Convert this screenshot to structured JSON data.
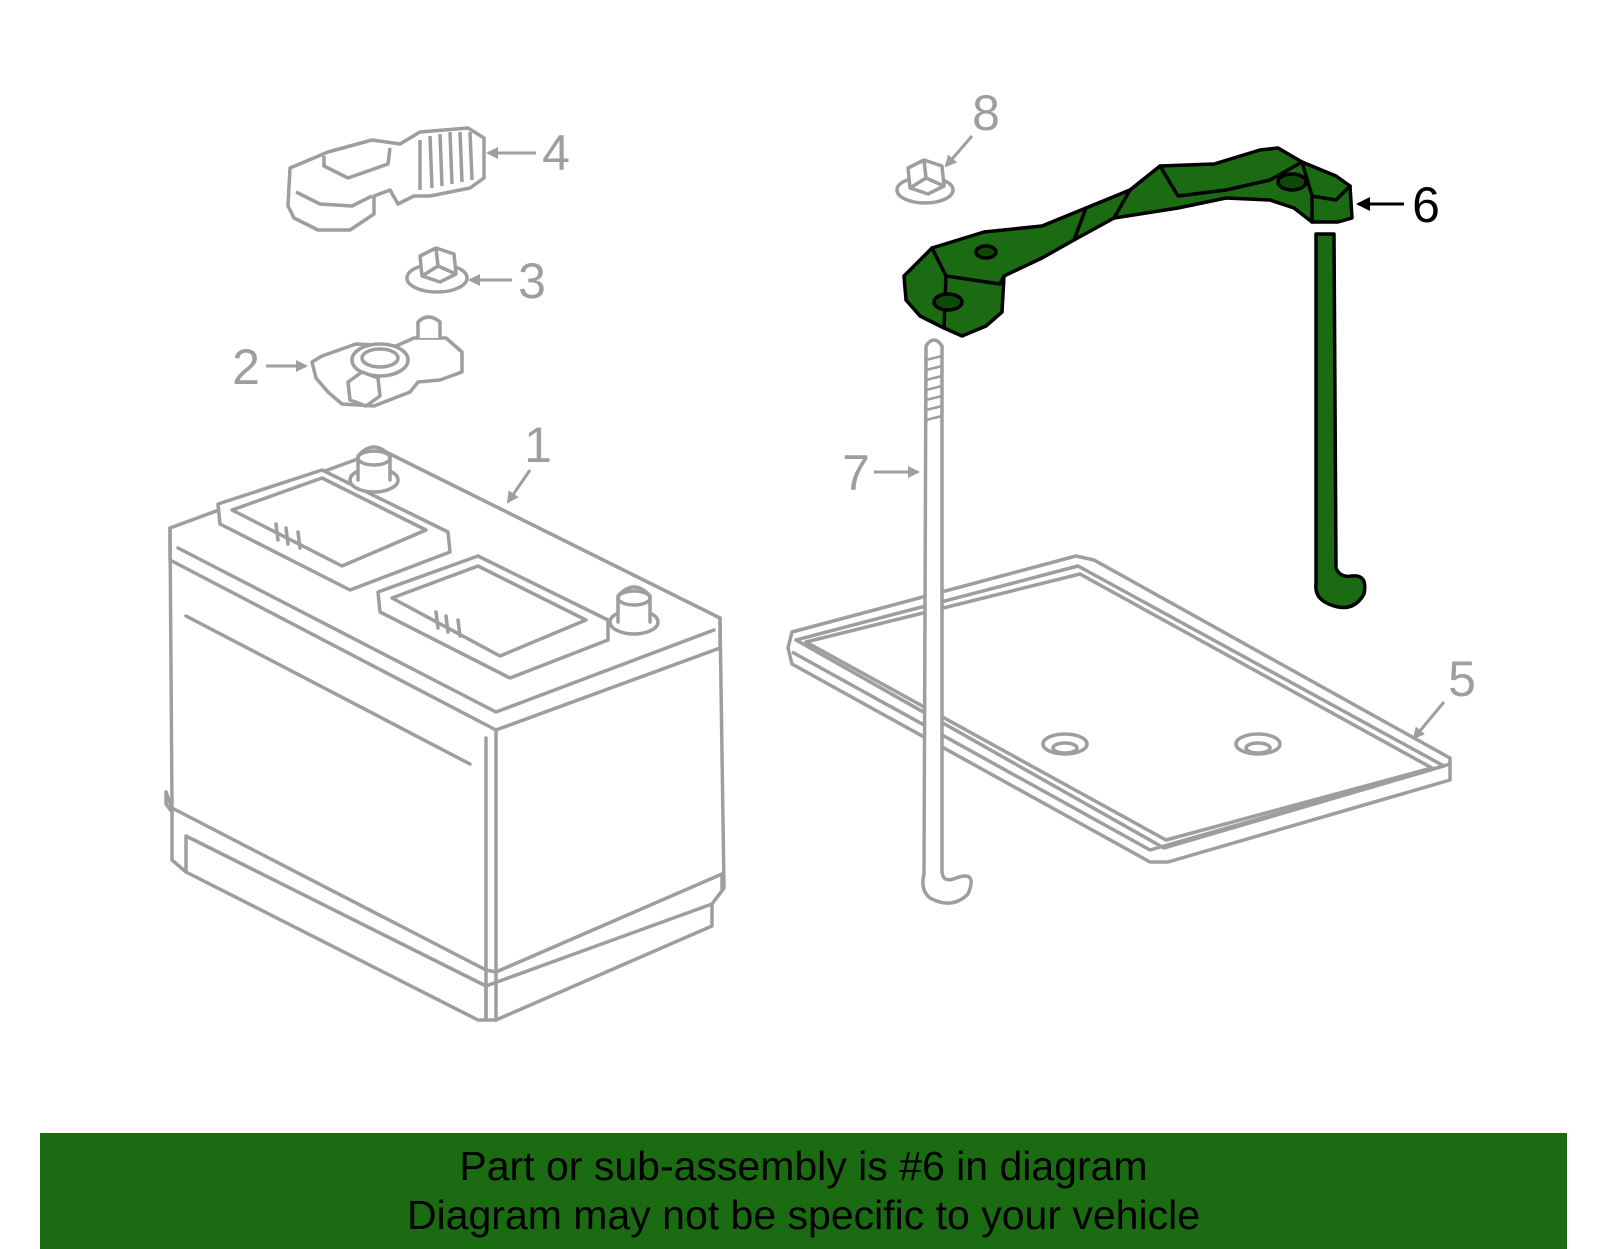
{
  "colors": {
    "part_outline": "#9e9e9e",
    "callout_gray": "#9e9e9e",
    "highlight_fill": "#1b6b12",
    "highlight_outline": "#000000",
    "banner_bg": "#1b6b12",
    "banner_text": "#000000"
  },
  "highlighted_part": "6",
  "callouts": {
    "c1": "1",
    "c2": "2",
    "c3": "3",
    "c4": "4",
    "c5": "5",
    "c6": "6",
    "c7": "7",
    "c8": "8"
  },
  "banner": {
    "line1": "Part or sub-assembly is #6 in diagram",
    "line2": "Diagram may not be specific to your vehicle"
  }
}
